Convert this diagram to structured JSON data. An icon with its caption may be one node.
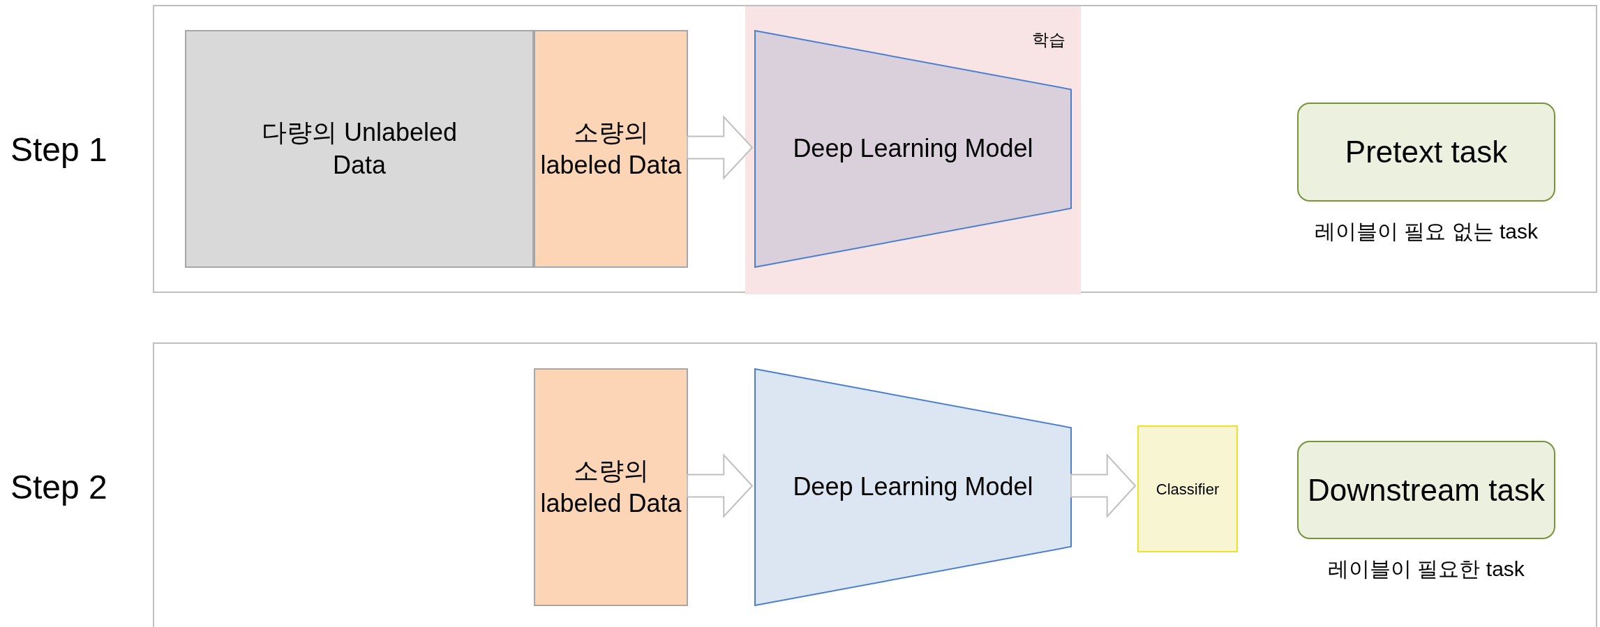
{
  "diagram": {
    "nodes": [
      {
        "text": [
          "Step 1"
        ]
      },
      {
        "text": [
          "다량의 Unlabeled Data"
        ],
        "in": 0
      },
      {
        "text": [
          "소량의 labeled Data"
        ],
        "in": 0
      },
      {
        "text": [
          "학습"
        ],
        "in": 0
      },
      {
        "text": [
          "Deep Learning Model"
        ],
        "in": 3
      },
      {
        "text": [
          "Pretext task"
        ],
        "beside": [
          "레이블이 필요 없는 task"
        ],
        "in": 0
      },
      {
        "text": [
          "Step 2"
        ]
      },
      {
        "text": [
          "소량의 labeled Data"
        ],
        "in": 6
      },
      {
        "text": [
          "Deep Learning Model"
        ],
        "in": 6
      },
      {
        "text": [
          "Classifier"
        ],
        "in": 6
      },
      {
        "text": [
          "Downstream task"
        ],
        "beside": [
          "레이블이 필요한 task"
        ],
        "in": 6
      }
    ],
    "edges": [
      {
        "from": 2,
        "to": 4,
        "arrow": "to"
      },
      {
        "from": 7,
        "to": 8,
        "arrow": "to"
      },
      {
        "from": 8,
        "to": 9,
        "arrow": "to"
      }
    ]
  }
}
